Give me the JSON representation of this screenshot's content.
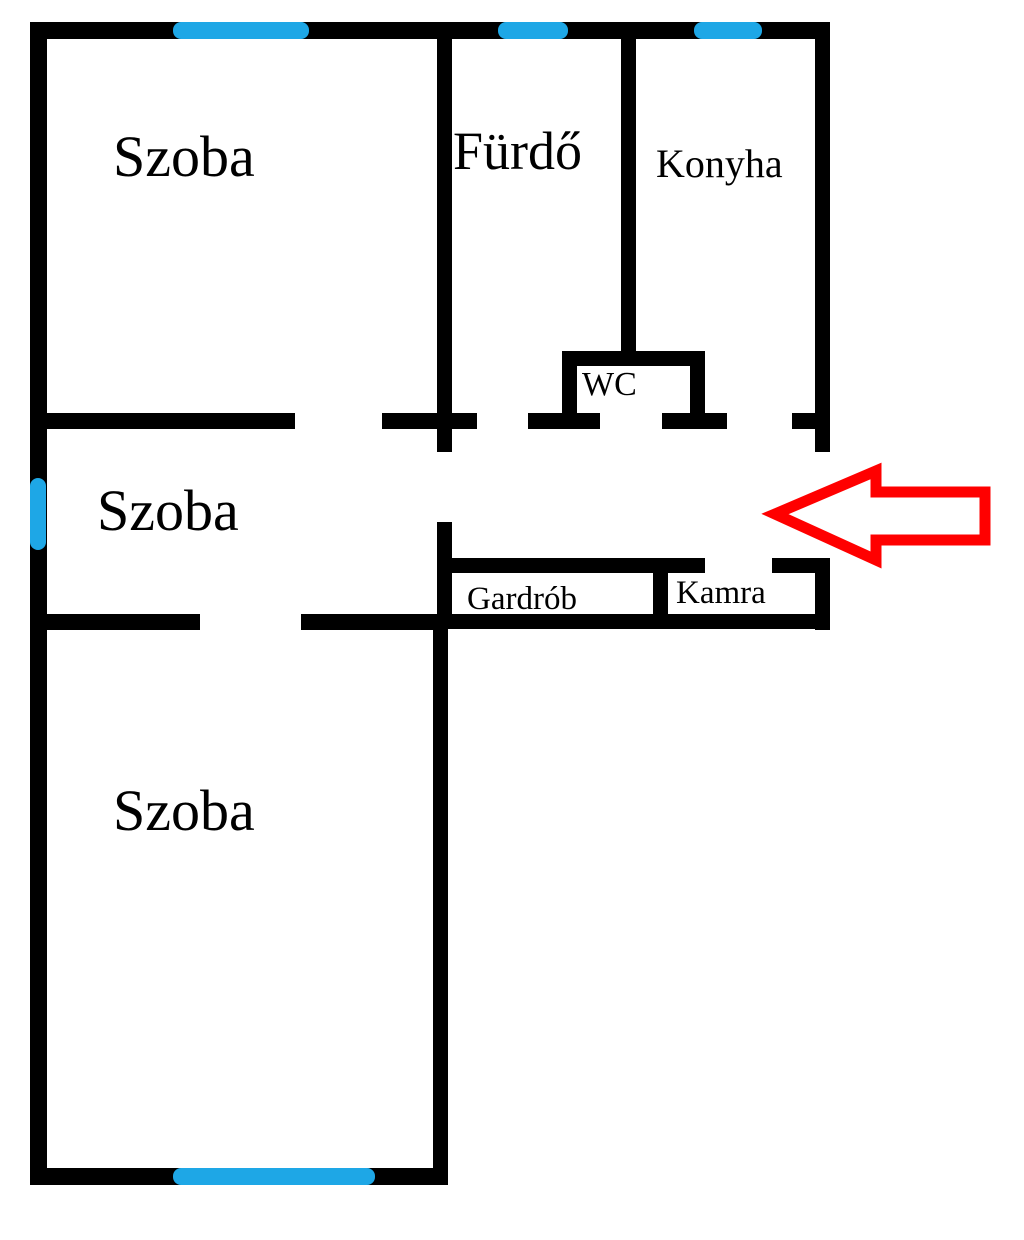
{
  "colors": {
    "wall": "#000000",
    "window": "#1ea7e6",
    "arrow": "#ff0000",
    "background": "#ffffff"
  },
  "rooms": {
    "szoba_top": "Szoba",
    "furdo": "Fürdő",
    "konyha": "Konyha",
    "wc": "WC",
    "szoba_middle": "Szoba",
    "gardrob": "Gardrób",
    "kamra": "Kamra",
    "szoba_bottom": "Szoba"
  },
  "entrance_marker": "arrow-pointing-left"
}
